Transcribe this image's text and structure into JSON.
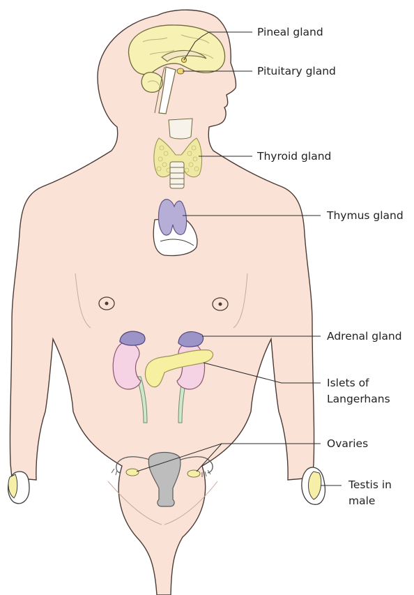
{
  "labels": {
    "pineal": "Pineal gland",
    "pituitary": "Pituitary gland",
    "thyroid": "Thyroid gland",
    "thymus": "Thymus gland",
    "adrenal": "Adrenal gland",
    "islets_line1": "Islets of",
    "islets_line2": "Langerhans",
    "ovaries": "Ovaries",
    "testis_line1": "Testis in",
    "testis_line2": "male"
  },
  "colors": {
    "skin": "#fbe2d7",
    "brain": "#f8f1b4",
    "thymus": "#b7aed8",
    "adrenal": "#9c93c7",
    "kidney": "#f5d3e4",
    "pancreas": "#f6f0a0",
    "ureter": "#cfe7cd",
    "uterus": "#bdbdbd",
    "testis": "#f5efa8",
    "thyroid": "#efe9a4"
  }
}
